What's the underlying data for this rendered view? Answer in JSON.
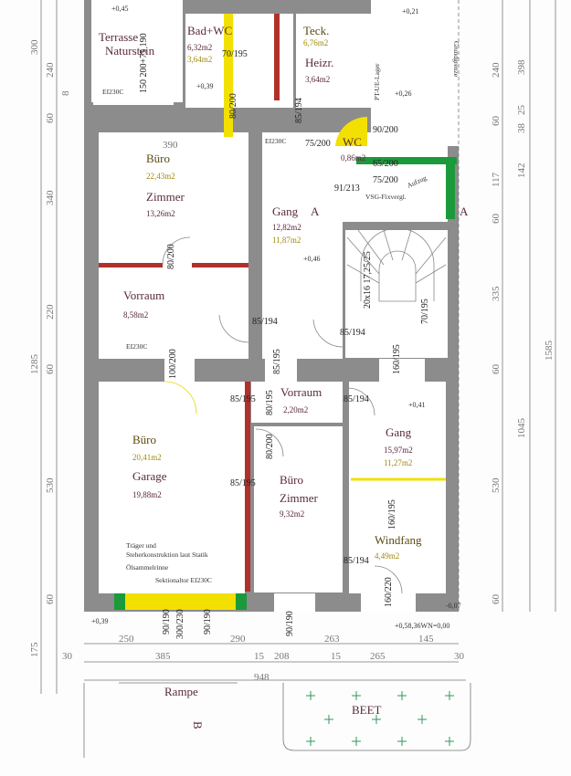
{
  "title": "Grundriss Erdgeschoss",
  "colors": {
    "wall": "#8c8c8c",
    "fire_wall": "#b0302a",
    "glass": "#f2e000",
    "green": "#1a9a3a",
    "area_yellow": "#a08a10"
  },
  "rooms": [
    {
      "name": "Terrasse",
      "name2": "Naturstein"
    },
    {
      "name": "Bad+WC",
      "area": "6,32m2",
      "area2": "3,64m2"
    },
    {
      "name": "Teck.",
      "area": "6,76m2",
      "name2": "Heizr.",
      "area2": "3,64m2"
    },
    {
      "name": "Büro",
      "area": "22,43m2",
      "name2": "Zimmer",
      "area2": "13,26m2"
    },
    {
      "name": "Gang",
      "area": "12,82m2",
      "area2": "11,87m2"
    },
    {
      "name": "WC",
      "area": "0,86m2"
    },
    {
      "name": "Vorraum",
      "area": "8,58m2"
    },
    {
      "name": "Büro",
      "area": "20,41m2",
      "name2": "Garage",
      "area2": "19,88m2"
    },
    {
      "name": "Vorraum",
      "area": "2,20m2"
    },
    {
      "name": "Büro",
      "name2": "Zimmer",
      "area": "9,32m2"
    },
    {
      "name": "Gang",
      "area": "15,97m2",
      "area2": "11,27m2"
    },
    {
      "name": "Windfang",
      "area": "4,49m2"
    }
  ],
  "outside": {
    "rampe": "Rampe",
    "beet": "BEET",
    "section_a": "A",
    "section_b": "B",
    "grundgrenze": "Grundgrenze",
    "lager": "PT-UE-Lager",
    "aufzug": "Aufzug",
    "vsg": "VSG-Fixvergl."
  },
  "notes": [
    "Träger und",
    "Steherkonstruktion laut Statik",
    "Ölsammelrinne",
    "Sektionaltor  EI230C"
  ],
  "fire_ratings": [
    "EI230C",
    "EI230C",
    "EI230C"
  ],
  "levels": [
    "+0,45",
    "+0,39",
    "+0,21",
    "+0,26",
    "+0,46",
    "+0,41",
    "-0,07",
    "+0,39",
    "+0,58,36WN=0,00"
  ],
  "doors": [
    "70/195",
    "80/200",
    "85/194",
    "150 200+75 190",
    "90/200",
    "75/200",
    "65/200",
    "75/200",
    "91/213",
    "80/200",
    "85/194",
    "85/194",
    "20x16 17,25/25",
    "70/195",
    "100/200",
    "85/195",
    "160/195",
    "85/195",
    "80/195",
    "80/200",
    "85/194",
    "85/195",
    "160/195",
    "85/194",
    "160/220",
    "90/190",
    "300/230",
    "90/190",
    "90/190"
  ],
  "dims_left": [
    "300",
    "240",
    "60",
    "8",
    "340",
    "220",
    "1285",
    "60",
    "530",
    "60",
    "175"
  ],
  "dims_right": [
    "240",
    "398",
    "60",
    "25",
    "38",
    "117",
    "142",
    "60",
    "335",
    "1585",
    "60",
    "1045",
    "530",
    "60"
  ],
  "dims_bottom": [
    "250",
    "290",
    "263",
    "145",
    "30",
    "385",
    "15",
    "208",
    "15",
    "265",
    "30",
    "948",
    "390"
  ]
}
